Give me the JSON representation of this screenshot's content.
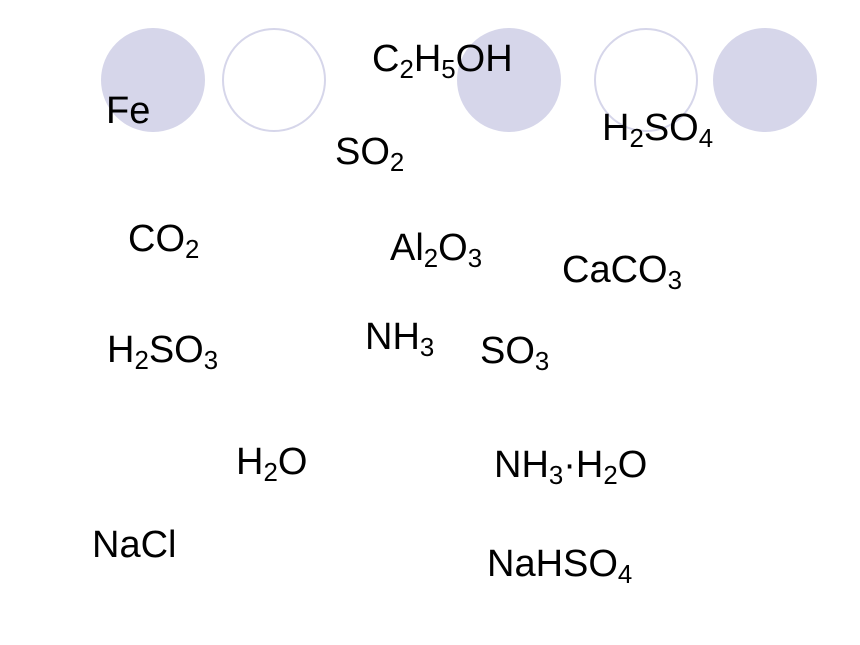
{
  "colors": {
    "circle_fill": "#d6d6ea",
    "circle_outline": "#d6d6ea",
    "text": "#000000",
    "background": "#ffffff"
  },
  "decorations": [
    "filled-circle",
    "outline-circle",
    "filled-circle",
    "outline-circle",
    "filled-circle"
  ],
  "formulas": {
    "c2h5oh": [
      "C",
      "2",
      "H",
      "5",
      "OH"
    ],
    "fe": [
      "Fe"
    ],
    "h2so4": [
      "H",
      "2",
      "SO",
      "4"
    ],
    "so2": [
      "SO",
      "2"
    ],
    "co2": [
      "CO",
      "2"
    ],
    "al2o3": [
      "Al",
      "2",
      "O",
      "3"
    ],
    "caco3": [
      "CaCO",
      "3"
    ],
    "h2so3": [
      "H",
      "2",
      "SO",
      "3"
    ],
    "nh3": [
      "NH",
      "3"
    ],
    "so3": [
      "SO",
      "3"
    ],
    "h2o": [
      "H",
      "2",
      "O"
    ],
    "nh3_h2o": [
      "NH",
      "3",
      "·H",
      "2",
      "O"
    ],
    "nacl": [
      "NaCl"
    ],
    "nahso4": [
      "NaHSO",
      "4"
    ]
  }
}
